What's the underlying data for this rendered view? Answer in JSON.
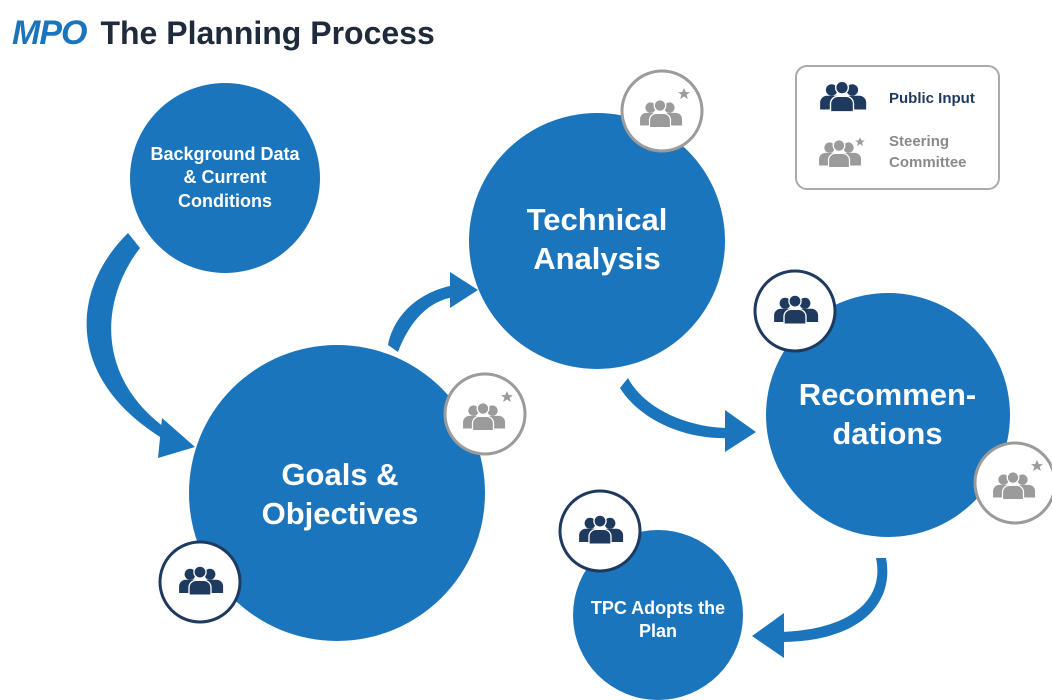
{
  "header": {
    "logo": "MPO",
    "title": "The Planning Process"
  },
  "nodes": {
    "background": "Background Data & Current Conditions",
    "goals": "Goals & Objectives",
    "technical": "Technical Analysis",
    "recommendations": "Recommen- dations",
    "tpc": "TPC Adopts the Plan"
  },
  "legend": {
    "public_input": "Public Input",
    "steering_committee": "Steering Committee"
  },
  "colors": {
    "circle": "#1b75bc",
    "public_icon": "#1f3a5f",
    "steering_icon": "#9b9b9b",
    "title": "#1f2a3a"
  }
}
